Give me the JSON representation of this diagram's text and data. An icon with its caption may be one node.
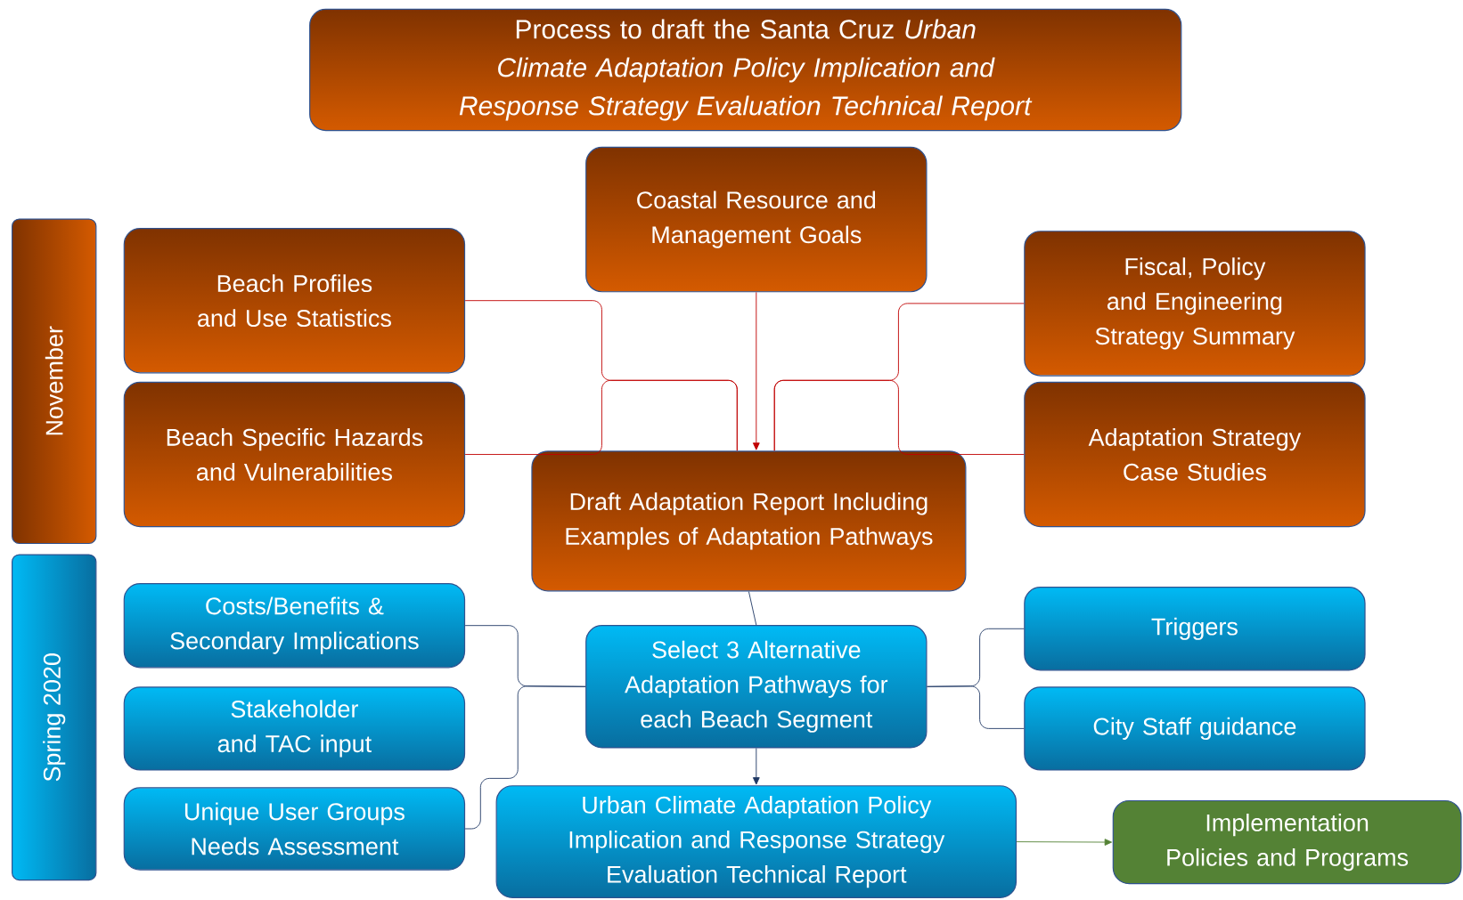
{
  "diagram": {
    "nodes": [
      {
        "text": [
          "Process to draft the Santa Cruz *Urban Climate Adaptation Policy Implication and Response Strategy Evaluation Technical Report*"
        ]
      },
      {
        "text": [
          "November"
        ]
      },
      {
        "text": [
          "Coastal Resource and Management Goals"
        ]
      },
      {
        "text": [
          "Beach Profiles and Use Statistics"
        ]
      },
      {
        "text": [
          "Fiscal, Policy and Engineering Strategy Summary"
        ]
      },
      {
        "text": [
          "Beach Specific Hazards and Vulnerabilities"
        ]
      },
      {
        "text": [
          "Adaptation Strategy Case Studies"
        ]
      },
      {
        "text": [
          "Draft Adaptation Report Including Examples of Adaptation Pathways"
        ]
      },
      {
        "text": [
          "Spring 2020"
        ]
      },
      {
        "text": [
          "Costs/Benefits & Secondary Implications"
        ]
      },
      {
        "text": [
          "Triggers"
        ]
      },
      {
        "text": [
          "Select 3 Alternative Adaptation Pathways for each Beach Segment"
        ]
      },
      {
        "text": [
          "Stakeholder and TAC input"
        ]
      },
      {
        "text": [
          "City Staff guidance"
        ]
      },
      {
        "text": [
          "Unique User Groups Needs Assessment"
        ]
      },
      {
        "text": [
          "Urban Climate Adaptation Policy Implication and Response Strategy Evaluation Technical Report"
        ]
      },
      {
        "text": [
          "Implementation Policies and Programs"
        ]
      }
    ],
    "edges": [
      {
        "from": 2,
        "to": 7,
        "arrow": "to",
        "color": "#c00000"
      },
      {
        "from": 3,
        "to": 7,
        "arrow": "none",
        "color": "#c00000"
      },
      {
        "from": 5,
        "to": 7,
        "arrow": "none",
        "color": "#c00000"
      },
      {
        "from": 4,
        "to": 7,
        "arrow": "none",
        "color": "#c00000"
      },
      {
        "from": 6,
        "to": 7,
        "arrow": "none",
        "color": "#c00000"
      },
      {
        "from": 7,
        "to": 11,
        "arrow": "none"
      },
      {
        "from": 9,
        "to": 11,
        "arrow": "none"
      },
      {
        "from": 14,
        "to": 11,
        "arrow": "none"
      },
      {
        "from": 10,
        "to": 11,
        "arrow": "none"
      },
      {
        "from": 13,
        "to": 11,
        "arrow": "none"
      },
      {
        "from": 11,
        "to": 15,
        "arrow": "to"
      },
      {
        "from": 15,
        "to": 16,
        "arrow": "to",
        "color": "#548235"
      }
    ]
  }
}
